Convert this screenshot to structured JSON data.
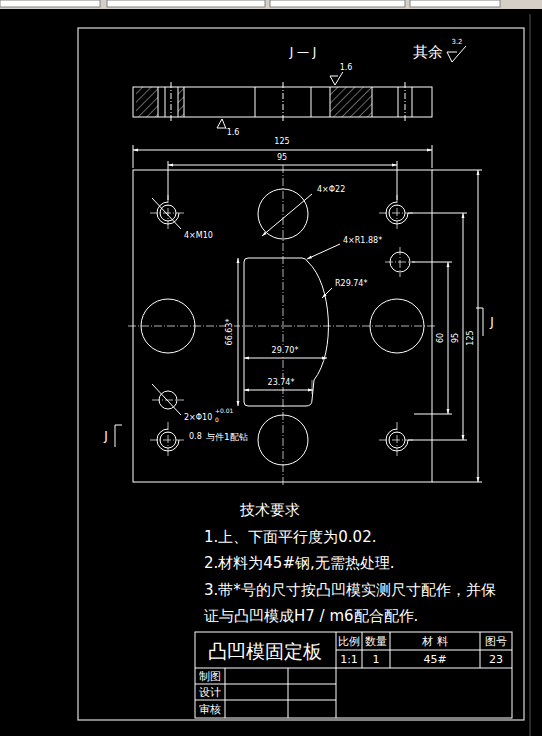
{
  "diagram": {
    "labels": [
      "J — J",
      "其余",
      "3.2",
      "1.6",
      "1.6",
      "125",
      "95",
      "4×Φ22",
      "4×M10",
      "4×R1.88*",
      "R29.74*",
      "66.63*",
      "29.70*",
      "23.74*",
      "2×Φ10",
      "+0.01",
      "0",
      "0.8",
      "与件1配钻",
      "60",
      "95",
      "125",
      "J",
      "J",
      "技术要求",
      "1.上、下面平行度为0.02.",
      "2.材料为45#钢,无需热处理.",
      "3.带*号的尺寸按凸凹模实测尺寸配作，并保 证与凸凹模成H7 / m6配合配作.",
      "凸凹模固定板",
      "比例",
      "数量",
      "材 料",
      "图号",
      "1:1",
      "1",
      "45#",
      "23",
      "制图",
      "设计",
      "审核"
    ]
  }
}
